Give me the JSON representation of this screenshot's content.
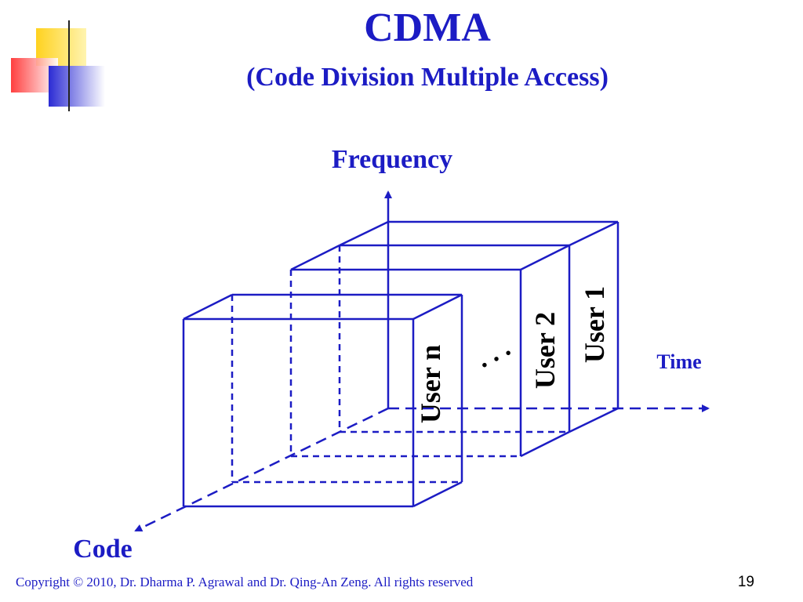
{
  "slide": {
    "title": "CDMA",
    "subtitle": "(Code Division Multiple Access)",
    "footer": "Copyright © 2010, Dr. Dharma P. Agrawal and Dr. Qing-An Zeng. All rights reserved",
    "page_number": "19"
  },
  "diagram": {
    "axis_frequency": "Frequency",
    "axis_time": "Time",
    "axis_code": "Code",
    "user_n": "User n",
    "user_2": "User 2",
    "user_1": "User 1",
    "ellipsis": ". . ."
  },
  "colors": {
    "accent": "#1c1cc4",
    "deco_yellow": "#ffd21f",
    "deco_red": "#ff3b3b",
    "deco_blue": "#2b2bd4"
  }
}
